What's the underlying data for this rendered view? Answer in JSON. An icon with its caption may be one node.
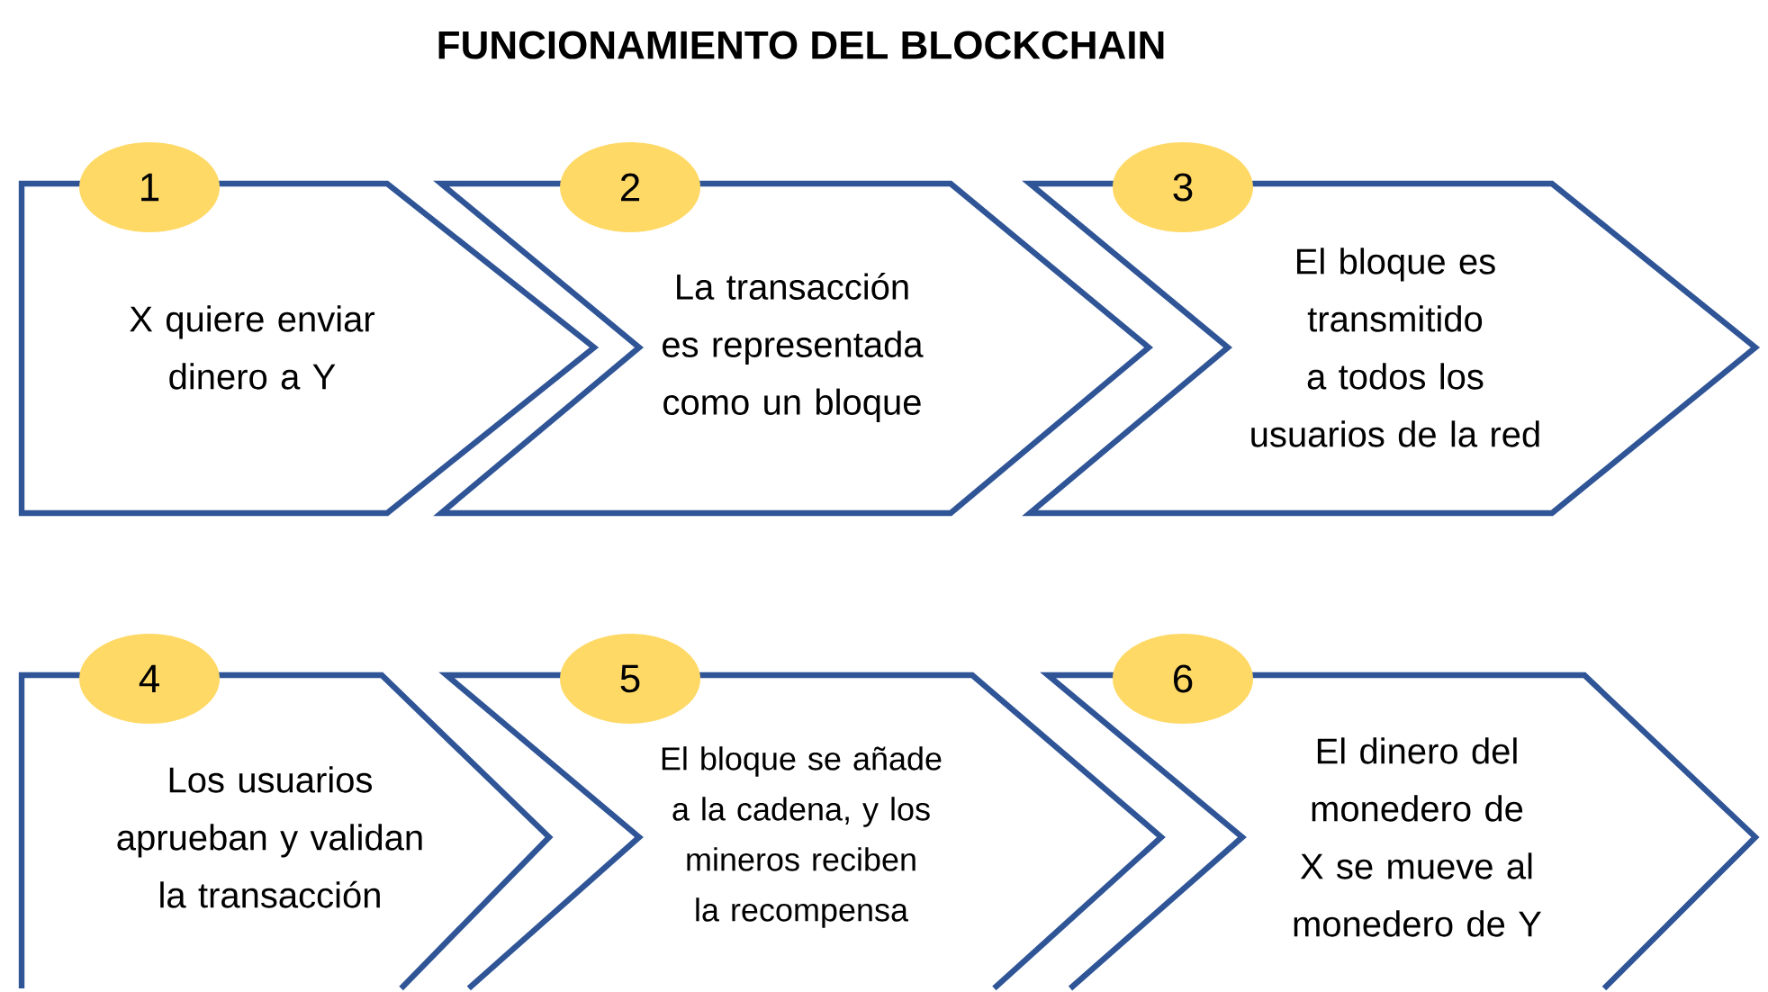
{
  "diagram": {
    "title": "FUNCIONAMIENTO DEL BLOCKCHAIN",
    "nodes": [
      {
        "text": [
          "1",
          "X quiere enviar dinero a Y"
        ]
      },
      {
        "text": [
          "2",
          "La transacción es representada como un bloque"
        ]
      },
      {
        "text": [
          "3",
          "El bloque es transmitido a todos los usuarios de la red"
        ]
      },
      {
        "text": [
          "4",
          "Los usuarios aprueban y validan la transacción"
        ]
      },
      {
        "text": [
          "5",
          "El bloque se añade a la cadena, y los mineros reciben la recompensa"
        ]
      },
      {
        "text": [
          "6",
          "El dinero del monedero de X se mueve al monedero de Y"
        ]
      }
    ]
  }
}
